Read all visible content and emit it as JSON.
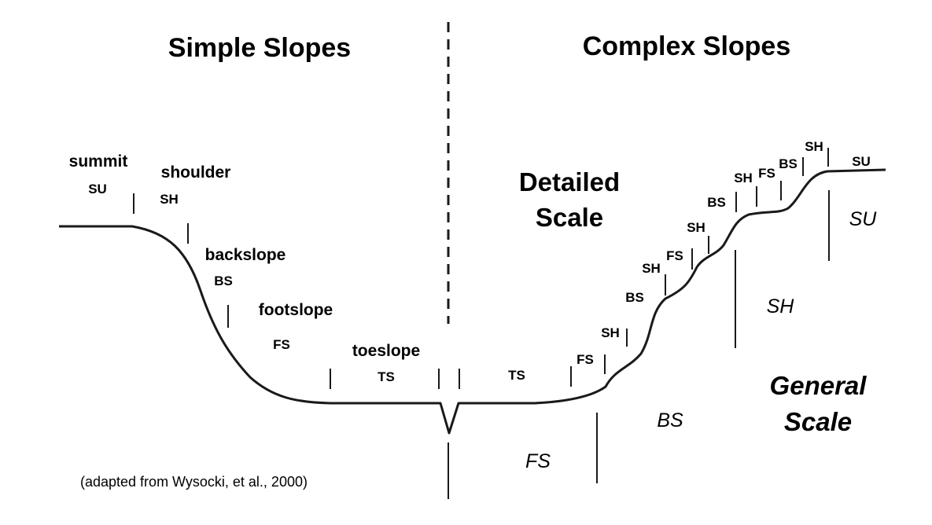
{
  "titles": {
    "simple": "Simple Slopes",
    "complex": "Complex Slopes"
  },
  "scales": {
    "detailed_line1": "Detailed",
    "detailed_line2": "Scale",
    "general_line1": "General",
    "general_line2": "Scale"
  },
  "simple_positions": [
    {
      "name": "summit",
      "abbrev": "SU"
    },
    {
      "name": "shoulder",
      "abbrev": "SH"
    },
    {
      "name": "backslope",
      "abbrev": "BS"
    },
    {
      "name": "footslope",
      "abbrev": "FS"
    },
    {
      "name": "toeslope",
      "abbrev": "TS"
    }
  ],
  "detailed_abbrevs": [
    "TS",
    "FS",
    "SH",
    "BS",
    "SH",
    "FS",
    "SH",
    "BS",
    "SH",
    "FS",
    "BS",
    "SH",
    "SU"
  ],
  "general_abbrevs": [
    "FS",
    "BS",
    "SH",
    "SU"
  ],
  "citation": "(adapted from Wysocki, et al., 2000)",
  "colors": {
    "ink": "#1a1a1a",
    "background": "#ffffff"
  }
}
